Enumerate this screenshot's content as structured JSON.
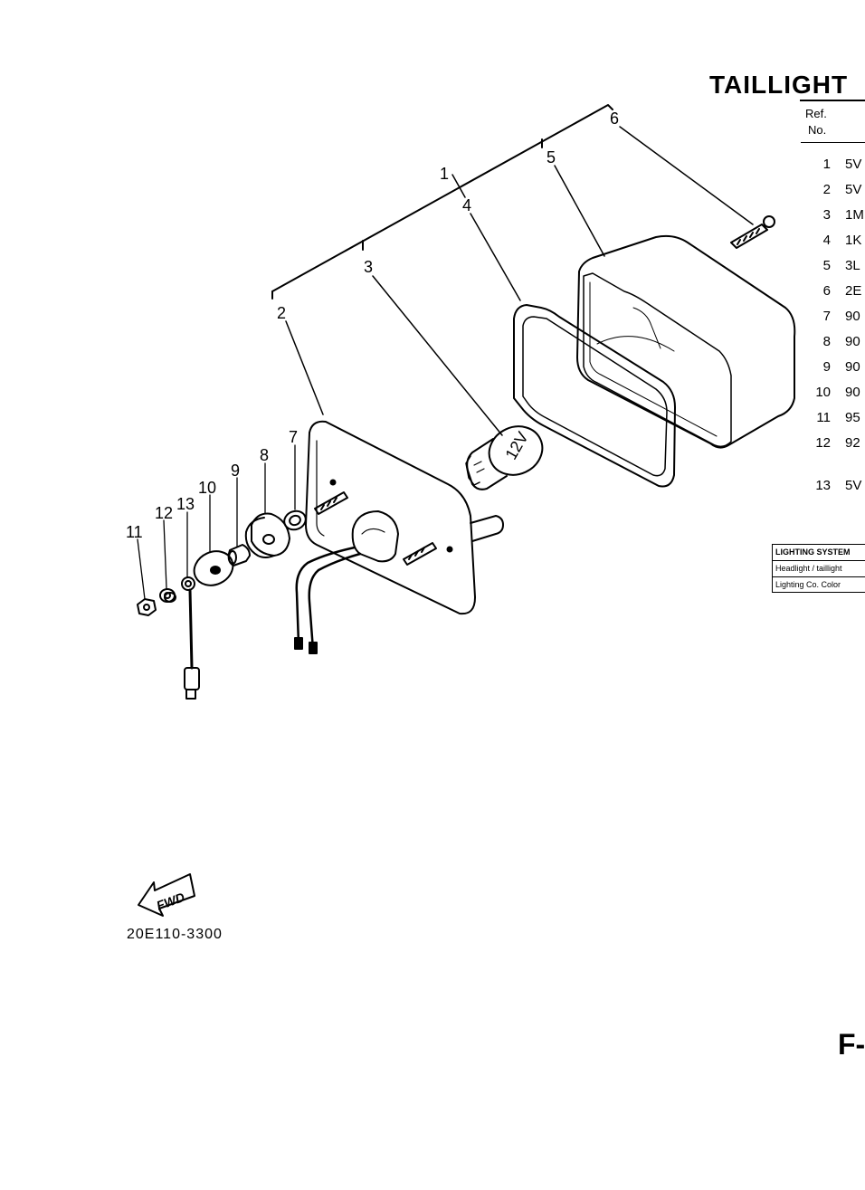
{
  "header": {
    "title": "TAILLIGHT",
    "ref_label": "Ref.",
    "no_label": "No."
  },
  "parts": [
    {
      "ref": "1",
      "part": "5V"
    },
    {
      "ref": "2",
      "part": "5V"
    },
    {
      "ref": "3",
      "part": "1M"
    },
    {
      "ref": "4",
      "part": "1K"
    },
    {
      "ref": "5",
      "part": "3L"
    },
    {
      "ref": "6",
      "part": "2E"
    },
    {
      "ref": "7",
      "part": "90"
    },
    {
      "ref": "8",
      "part": "90"
    },
    {
      "ref": "9",
      "part": "90"
    },
    {
      "ref": "10",
      "part": "90"
    },
    {
      "ref": "11",
      "part": "95"
    },
    {
      "ref": "12",
      "part": "92"
    },
    {
      "ref": "13",
      "part": "5V"
    }
  ],
  "lighting_system": {
    "heading": "LIGHTING SYSTEM",
    "row1": "Headlight / taillight",
    "row2": "Lighting Co. Color"
  },
  "callouts": [
    "1",
    "2",
    "3",
    "4",
    "5",
    "6",
    "7",
    "8",
    "9",
    "10",
    "11",
    "12",
    "13"
  ],
  "bulb_label": "12V",
  "fwd_label": "FWD",
  "drawing_number": "20E110-3300",
  "page_code": "F-"
}
